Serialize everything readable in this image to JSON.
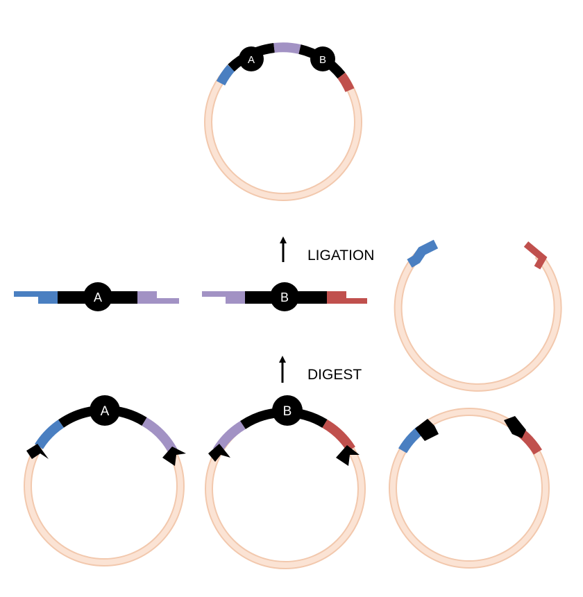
{
  "labels": {
    "ligation": "LIGATION",
    "digest": "DIGEST"
  },
  "parts": {
    "a": "A",
    "b": "B"
  },
  "colors": {
    "backbone_light": "#fbe3d4",
    "backbone_border": "#f2c8ad",
    "insert_black": "#000000",
    "blue": "#4a7fc1",
    "purple": "#a292c4",
    "red": "#c0504d",
    "arrow": "#000000",
    "text": "#000000",
    "node_text": "#ffffff"
  }
}
